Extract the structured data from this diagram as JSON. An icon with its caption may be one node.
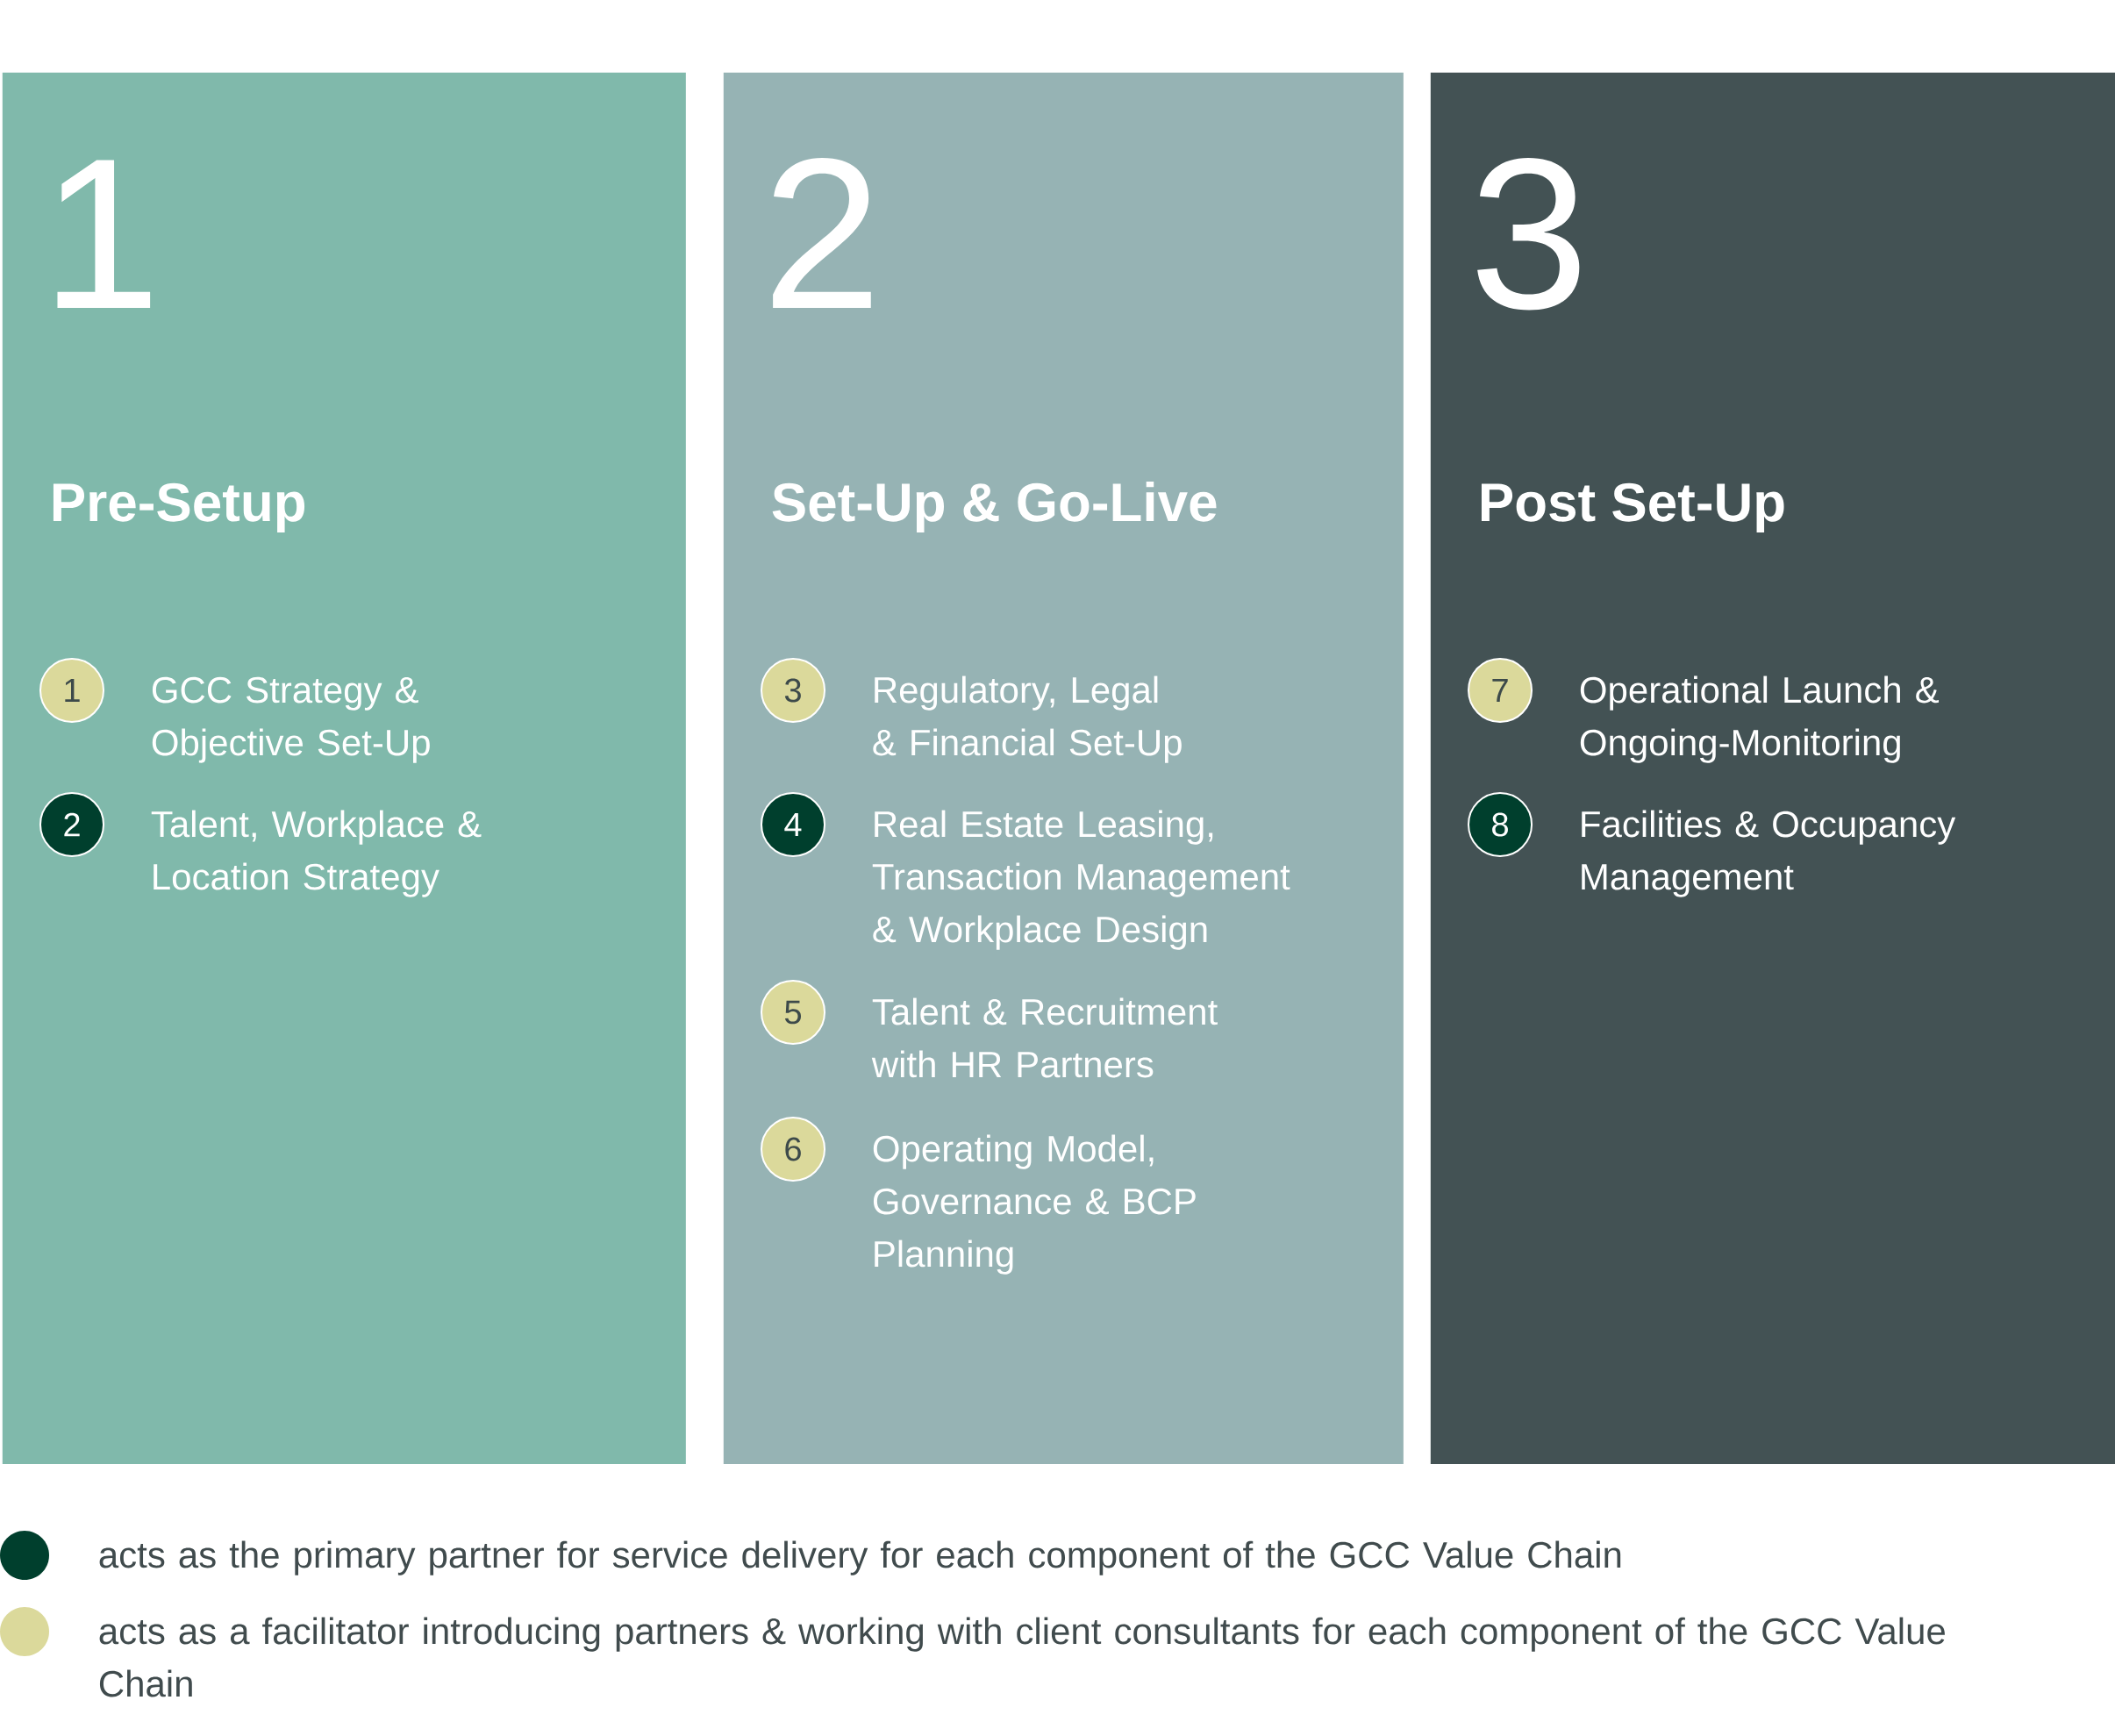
{
  "diagram": {
    "nodes": [
      {
        "text": [
          "1",
          "Pre-Setup"
        ]
      },
      {
        "text": [
          "1"
        ],
        "beside": [
          "GCC Strategy & Objective Set-Up"
        ],
        "in": 0
      },
      {
        "text": [
          "2"
        ],
        "beside": [
          "Talent, Workplace & Location Strategy"
        ],
        "in": 0
      },
      {
        "text": [
          "2",
          "Set-Up & Go-Live"
        ]
      },
      {
        "text": [
          "3"
        ],
        "beside": [
          "Regulatory, Legal & Financial Set-Up"
        ],
        "in": 3
      },
      {
        "text": [
          "4"
        ],
        "beside": [
          "Real Estate Leasing, Transaction Management & Workplace Design"
        ],
        "in": 3
      },
      {
        "text": [
          "5"
        ],
        "beside": [
          "Talent & Recruitment with HR Partners"
        ],
        "in": 3
      },
      {
        "text": [
          "6"
        ],
        "beside": [
          "Operating Model, Governance & BCP Planning"
        ],
        "in": 3
      },
      {
        "text": [
          "3",
          "Post Set-Up"
        ]
      },
      {
        "text": [
          "7"
        ],
        "beside": [
          "Operational Launch & Ongoing-Monitoring"
        ],
        "in": 8
      },
      {
        "text": [
          "8"
        ],
        "beside": [
          "Facilities & Occupancy Management"
        ],
        "in": 8
      }
    ],
    "legend": [
      {
        "text": "acts as the primary partner for service delivery for each component of the GCC Value Chain",
        "color": "#003f2d"
      },
      {
        "text": "acts as a facilitator introducing partners & working with client consultants for each component of the GCC Value Chain",
        "color": "#dbd99b"
      }
    ]
  }
}
